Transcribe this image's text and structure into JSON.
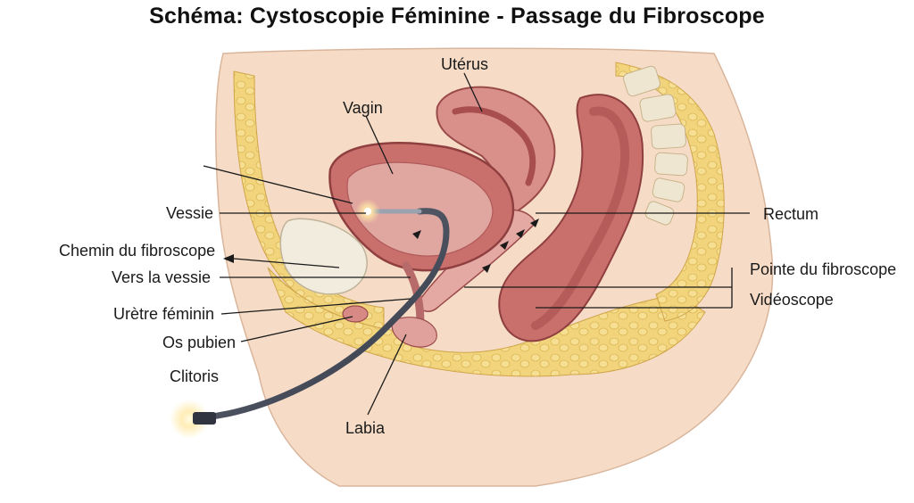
{
  "title": "Schéma: Cystoscopie Féminine - Passage du Fibroscope",
  "labels": {
    "uterus": "Utérus",
    "vagin": "Vagin",
    "vessie": "Vessie",
    "chemin": "Chemin du fibroscope",
    "vers_vessie": "Vers la vessie",
    "uretre": "Urètre féminin",
    "os_pubien": "Os pubien",
    "clitoris": "Clitoris",
    "labia": "Labia",
    "rectum": "Rectum",
    "pointe": "Pointe du fibroscope",
    "videoscope": "Vidéoscope"
  },
  "colors": {
    "skin": "#f6dcc6",
    "fat": "#f1d47c",
    "tissue": "#e4a9a2",
    "organ": "#c9706d",
    "organ_dark": "#a84e4f",
    "bone": "#efe6d2",
    "scope": "#3f4553",
    "light": "#ffe9a6"
  }
}
